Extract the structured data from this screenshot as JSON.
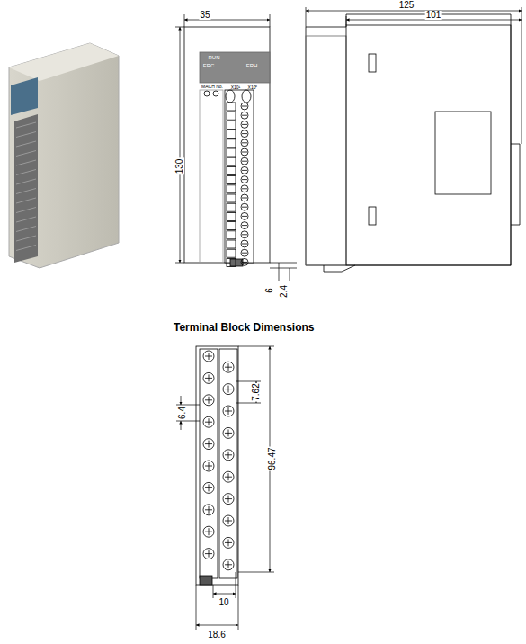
{
  "diagram": {
    "title": "Terminal Block Dimensions",
    "labels": [
      "35",
      "125",
      "101",
      "130",
      "6",
      "2.4",
      "7.62",
      "6.4",
      "96.47",
      "10",
      "18.6",
      "RUN",
      "ERC",
      "ERH",
      "MACH No.",
      "X10¹",
      "X10⁰"
    ]
  }
}
